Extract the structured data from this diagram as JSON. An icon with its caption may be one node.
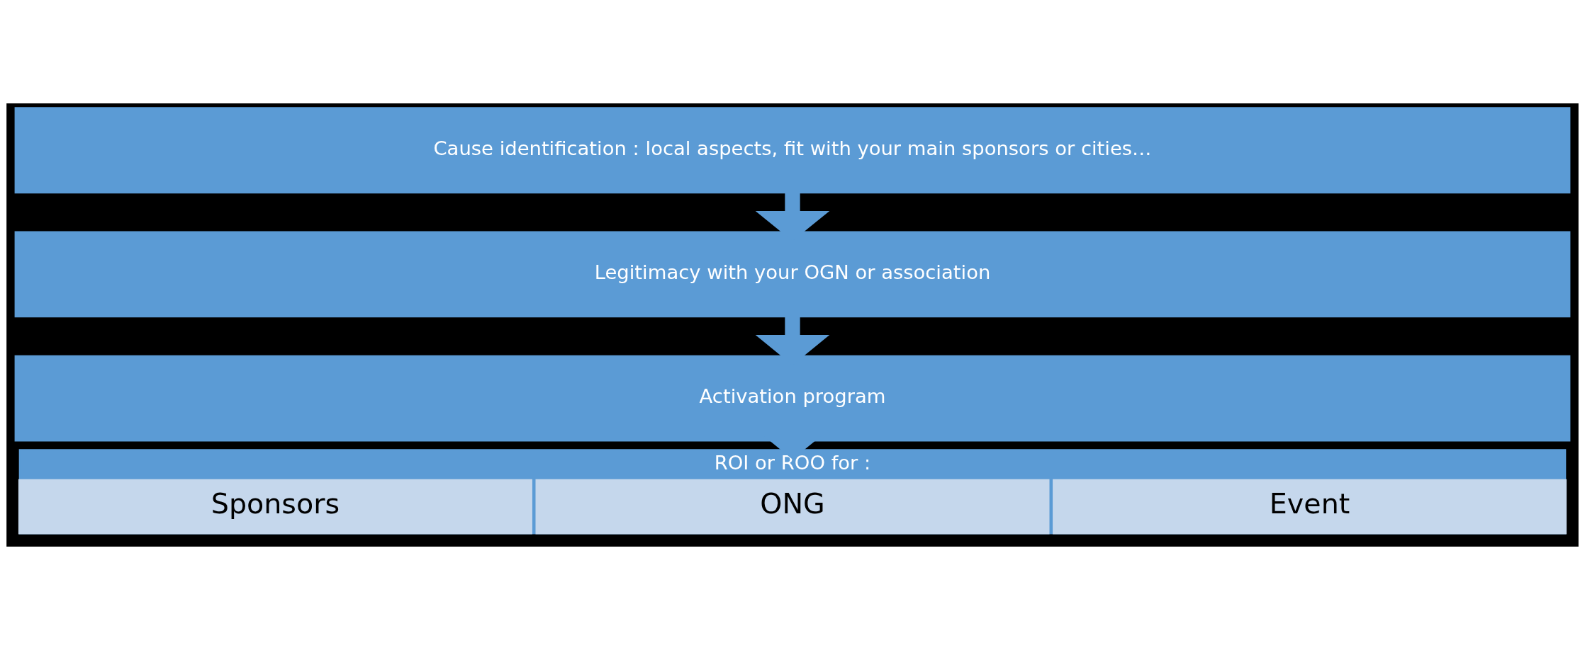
{
  "diagram": {
    "nodes": [
      {
        "text": [
          "Cause identification : local aspects, fit with your main sponsors or cities…"
        ]
      },
      {
        "text": [
          "Legitimacy with your OGN or association"
        ]
      },
      {
        "text": [
          "Activation program"
        ]
      },
      {
        "text": [
          "ROI or ROO for :"
        ]
      },
      {
        "text": [
          "Sponsors"
        ],
        "in": 3
      },
      {
        "text": [
          "ONG"
        ],
        "in": 3
      },
      {
        "text": [
          "Event"
        ],
        "in": 3
      }
    ],
    "edges": [
      {
        "from": 0,
        "to": 1,
        "arrow": "to"
      },
      {
        "from": 1,
        "to": 2,
        "arrow": "to"
      },
      {
        "from": 2,
        "to": 3,
        "arrow": "to"
      }
    ]
  }
}
